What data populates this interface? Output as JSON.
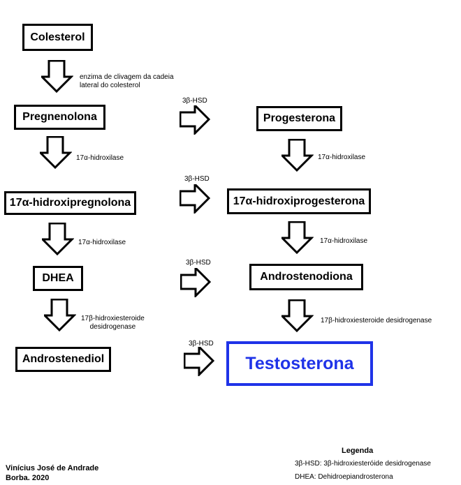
{
  "nodes": {
    "colesterol": "Colesterol",
    "pregnenolona": "Pregnenolona",
    "progesterona": "Progesterona",
    "hidroxipregnolona": "17α-hidroxipregnolona",
    "hidroxiprogesterona": "17α-hidroxiprogesterona",
    "dhea": "DHEA",
    "androstenodiona": "Androstenodiona",
    "androstenediol": "Androstenediol",
    "testosterona": "Testosterona"
  },
  "enzymes": {
    "clivagem_1": "enzima de clivagem da cadeia",
    "clivagem_2": "lateral do colesterol",
    "hidroxilase": "17α-hidroxilase",
    "hsd3": "3β-HSD",
    "hsd17_left_1": "17β-hidroxiesteroide",
    "hsd17_left_2": "desidrogenase",
    "hsd17_right": "17β-hidroxiesteroide desidrogenase"
  },
  "credits": {
    "line1": "Vinícius José de Andrade",
    "line2": "Borba. 2020"
  },
  "legend": {
    "title": "Legenda",
    "item1": "3β-HSD: 3β-hidroxiesteróide desidrogenase",
    "item2": "DHEA: Dehidroepiandrosterona"
  },
  "colors": {
    "final_node": "#1f33e8",
    "border": "#000000"
  }
}
